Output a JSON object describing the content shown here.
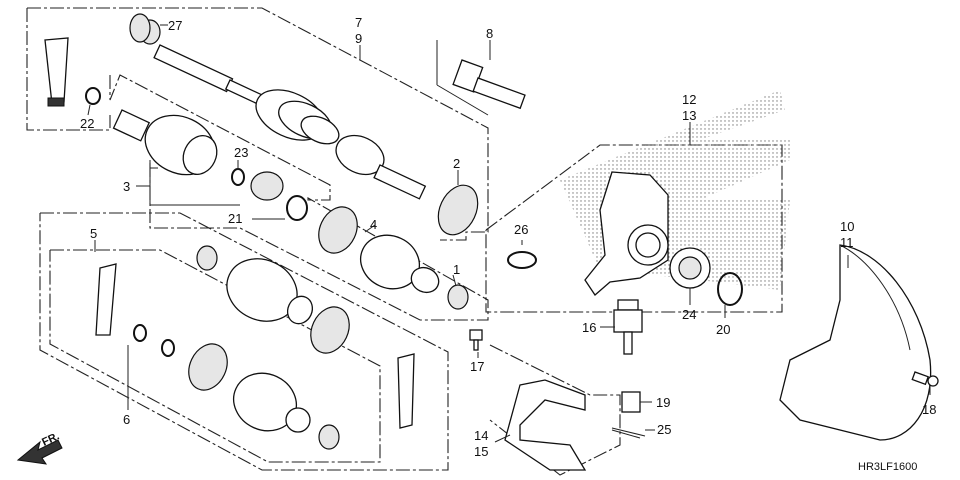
{
  "diagram": {
    "code": "HR3LF1600",
    "direction_label": "FR.",
    "callouts": [
      {
        "id": "c1",
        "label": "1"
      },
      {
        "id": "c2",
        "label": "2"
      },
      {
        "id": "c3",
        "label": "3"
      },
      {
        "id": "c4",
        "label": "4"
      },
      {
        "id": "c5",
        "label": "5"
      },
      {
        "id": "c6",
        "label": "6"
      },
      {
        "id": "c7",
        "label": "7"
      },
      {
        "id": "c9",
        "label": "9"
      },
      {
        "id": "c8",
        "label": "8"
      },
      {
        "id": "c10",
        "label": "10"
      },
      {
        "id": "c11",
        "label": "11"
      },
      {
        "id": "c12",
        "label": "12"
      },
      {
        "id": "c13",
        "label": "13"
      },
      {
        "id": "c14",
        "label": "14"
      },
      {
        "id": "c15",
        "label": "15"
      },
      {
        "id": "c16",
        "label": "16"
      },
      {
        "id": "c17",
        "label": "17"
      },
      {
        "id": "c18",
        "label": "18"
      },
      {
        "id": "c19",
        "label": "19"
      },
      {
        "id": "c20",
        "label": "20"
      },
      {
        "id": "c21",
        "label": "21"
      },
      {
        "id": "c22",
        "label": "22"
      },
      {
        "id": "c23",
        "label": "23"
      },
      {
        "id": "c24",
        "label": "24"
      },
      {
        "id": "c25",
        "label": "25"
      },
      {
        "id": "c26",
        "label": "26"
      },
      {
        "id": "c27",
        "label": "27"
      }
    ]
  }
}
